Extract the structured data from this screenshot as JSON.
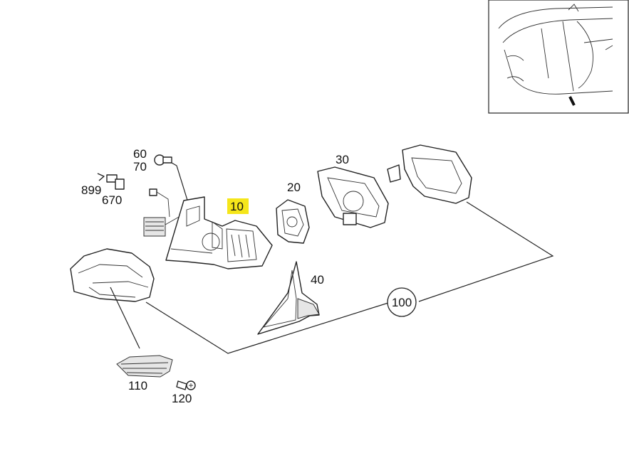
{
  "callouts": {
    "c10": "10",
    "c20": "20",
    "c30": "30",
    "c40": "40",
    "c60": "60",
    "c70": "70",
    "c100": "100",
    "c110": "110",
    "c120": "120",
    "c670": "670",
    "c899": "899"
  },
  "highlight_color": "#f5e61a"
}
